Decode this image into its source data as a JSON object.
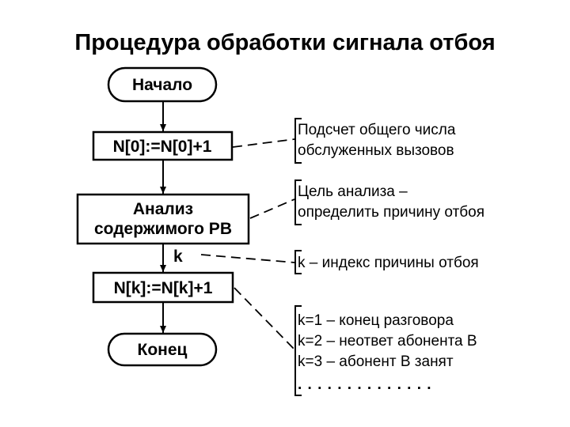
{
  "title": "Процедура обработки сигнала отбоя",
  "nodes": {
    "start": "Начало",
    "count": "N[0]:=N[0]+1",
    "analysis_line1": "Анализ",
    "analysis_line2": "содержимого РВ",
    "increment": "N[k]:=N[k]+1",
    "end": "Конец"
  },
  "edge_label_k": "k",
  "notes": {
    "count_line1": "Подсчет общего числа",
    "count_line2": "обслуженных вызовов",
    "analysis_line1": "Цель анализа –",
    "analysis_line2": "определить причину отбоя",
    "k_note": "k – индекс причины отбоя",
    "reasons": [
      "k=1 – конец разговора",
      "k=2 – неответ абонента В",
      "k=3 – абонент В занят",
      ". . . . . . . . . . . . . ."
    ]
  }
}
